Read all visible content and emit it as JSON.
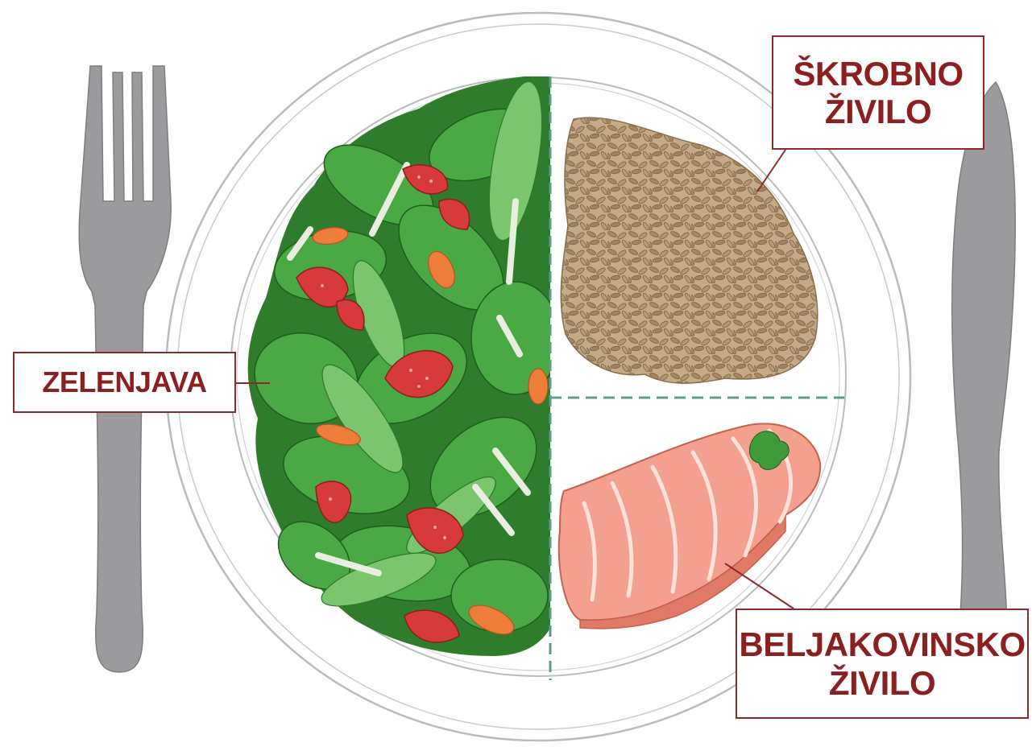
{
  "labels": {
    "vegetables": {
      "line1": "ZELENJAVA"
    },
    "starch": {
      "line1": "ŠKROBNO",
      "line2": "ŽIVILO"
    },
    "protein": {
      "line1": "BELJAKOVINSKO",
      "line2": "ŽIVILO"
    }
  },
  "colors": {
    "label_border": "#8b2a2a",
    "label_text": "#8b2020",
    "cutlery": "#9b9b9d",
    "plate_outline": "#b9bcbc",
    "divider": "#5f9a8c",
    "lettuce": "#3f9a3a",
    "tomato": "#d63a3a",
    "carrot": "#ee7d3a",
    "rice": "#a98a66",
    "salmon": "#f3a08e"
  },
  "icons": [
    "fork-icon",
    "knife-icon",
    "plate-icon",
    "salad-icon",
    "rice-icon",
    "salmon-icon"
  ]
}
